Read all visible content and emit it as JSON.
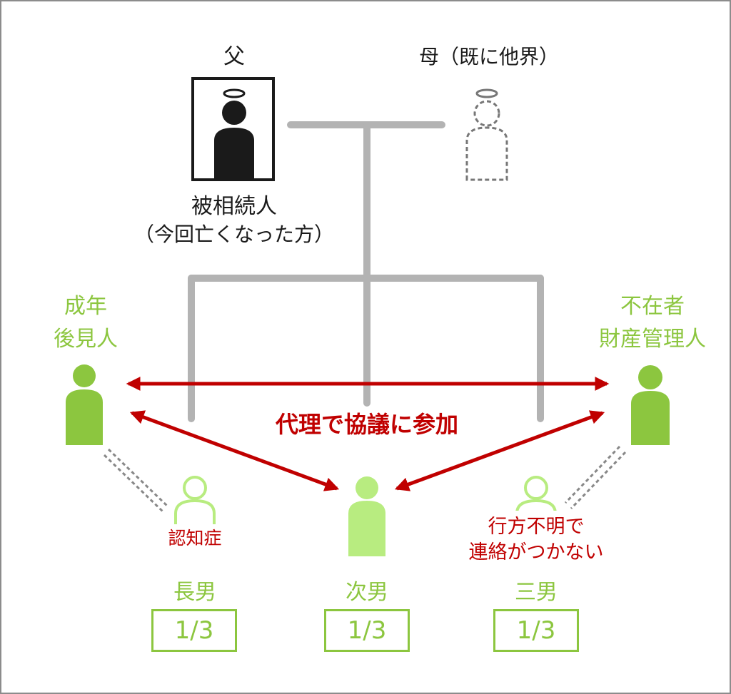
{
  "colors": {
    "line_gray": "#b3b3b3",
    "arrow_red": "#c00000",
    "green_dark": "#8cc63f",
    "green_light": "#b8ec80",
    "black": "#1a1a1a"
  },
  "father": {
    "label": "父",
    "role_line1": "被相続人",
    "role_line2": "（今回亡くなった方）",
    "icon": "deceased-person-icon"
  },
  "mother": {
    "label": "母（既に他界）",
    "icon": "deceased-person-outline-icon"
  },
  "guardian": {
    "label_line1": "成年",
    "label_line2": "後見人",
    "icon": "person-icon"
  },
  "absentee_manager": {
    "label_line1": "不在者",
    "label_line2": "財産管理人",
    "icon": "person-icon"
  },
  "proxy_note": "代理で協議に参加",
  "children": [
    {
      "label": "長男",
      "share": "1/3",
      "note_line1": "認知症",
      "note_line2": ""
    },
    {
      "label": "次男",
      "share": "1/3",
      "note_line1": "",
      "note_line2": ""
    },
    {
      "label": "三男",
      "share": "1/3",
      "note_line1": "行方不明で",
      "note_line2": "連絡がつかない"
    }
  ]
}
